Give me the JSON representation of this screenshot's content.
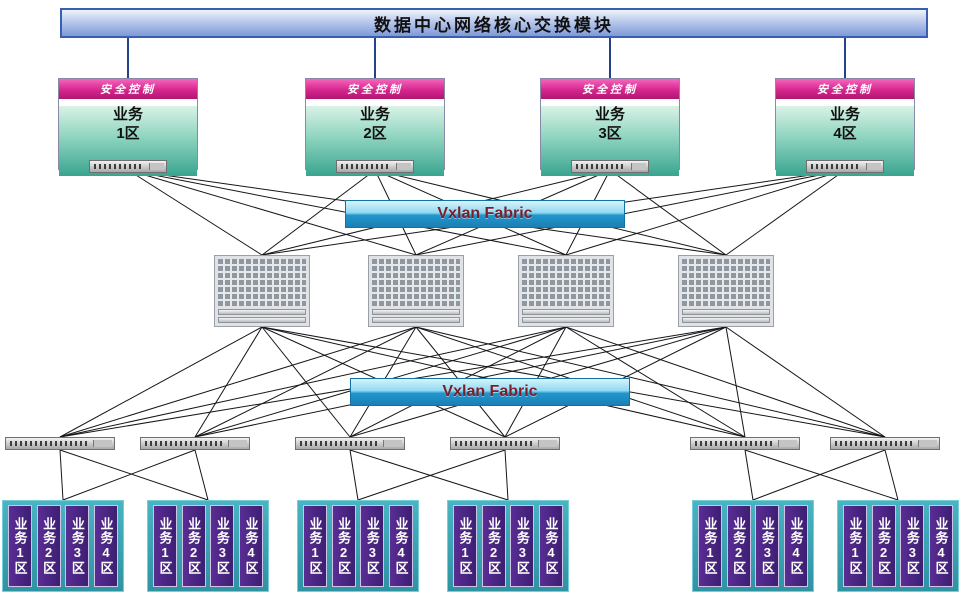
{
  "core": {
    "title": "数据中心网络核心交换模块"
  },
  "zones": [
    {
      "header": "安全控制",
      "line1": "业务",
      "line2": "1区"
    },
    {
      "header": "安全控制",
      "line1": "业务",
      "line2": "2区"
    },
    {
      "header": "安全控制",
      "line1": "业务",
      "line2": "3区"
    },
    {
      "header": "安全控制",
      "line1": "业务",
      "line2": "4区"
    }
  ],
  "fabrics": [
    {
      "label": "Vxlan Fabric"
    },
    {
      "label": "Vxlan Fabric"
    }
  ],
  "racks": [
    {
      "servers": [
        "业务1区",
        "业务2区",
        "业务3区",
        "业务4区"
      ]
    },
    {
      "servers": [
        "业务1区",
        "业务2区",
        "业务3区",
        "业务4区"
      ]
    },
    {
      "servers": [
        "业务1区",
        "业务2区",
        "业务3区",
        "业务4区"
      ]
    },
    {
      "servers": [
        "业务1区",
        "业务2区",
        "业务3区",
        "业务4区"
      ]
    },
    {
      "servers": [
        "业务1区",
        "业务2区",
        "业务3区",
        "业务4区"
      ]
    },
    {
      "servers": [
        "业务1区",
        "业务2区",
        "业务3区",
        "业务4区"
      ]
    }
  ],
  "colors": {
    "core_bar": "#7e9ad8",
    "zone_header": "#d6268e",
    "zone_body": "#39a48f",
    "fabric_banner": "#2196cc",
    "fabric_text": "#7b1e2b",
    "rack_panel": "#2e93a2",
    "server_bar": "#4a2480",
    "wire": "#161616"
  },
  "connections": {
    "core_to_zones": "one-link-per-zone",
    "zones_to_spines": "full-mesh-4x4",
    "spines_to_leaves": "full-mesh-4x6",
    "leaves_to_racks": "cross-links-within-pairs"
  }
}
